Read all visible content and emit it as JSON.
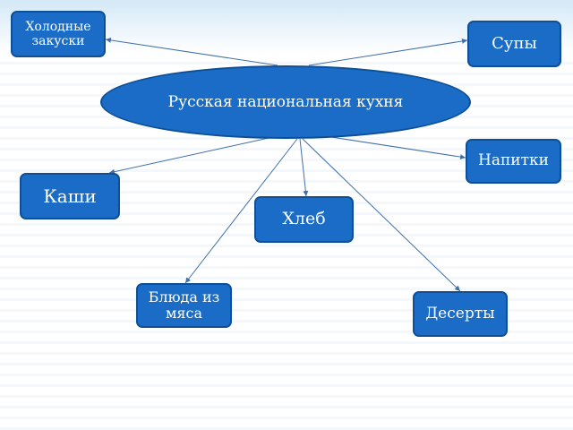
{
  "diagram": {
    "center": "Русская национальная кухня",
    "nodes": {
      "cold_snacks": "Холодные закуски",
      "soups": "Супы",
      "drinks": "Напитки",
      "porridge": "Каши",
      "bread": "Хлеб",
      "meat_dishes": "Блюда из мяса",
      "desserts": "Десерты"
    }
  },
  "colors": {
    "node_fill": "#1a6cc6",
    "node_border": "#0e4f95",
    "connector": "#3f6fa8"
  }
}
